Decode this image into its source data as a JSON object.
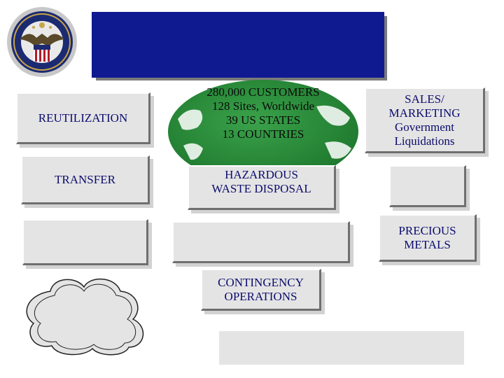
{
  "labels": {
    "reutilization": "REUTILIZATION",
    "transfer": "TRANSFER",
    "globe_text": "280,000 CUSTOMERS\n128 Sites, Worldwide\n39 US STATES\n13 COUNTRIES",
    "sales": "SALES/\nMARKETING\nGovernment\nLiquidations",
    "hazardous": "HAZARDOUS\nWASTE DISPOSAL",
    "precious": "PRECIOUS\nMETALS",
    "contingency": "CONTINGENCY\nOPERATIONS"
  },
  "colors": {
    "title_box": "#0f1a91",
    "box_fill": "#e4e4e4",
    "globe_green": "#2a8a3a",
    "text_blue": "#0b0b6e"
  },
  "icons": {
    "seal": "agency-seal-icon",
    "globe": "globe-icon",
    "cloud": "cloud-shape"
  }
}
